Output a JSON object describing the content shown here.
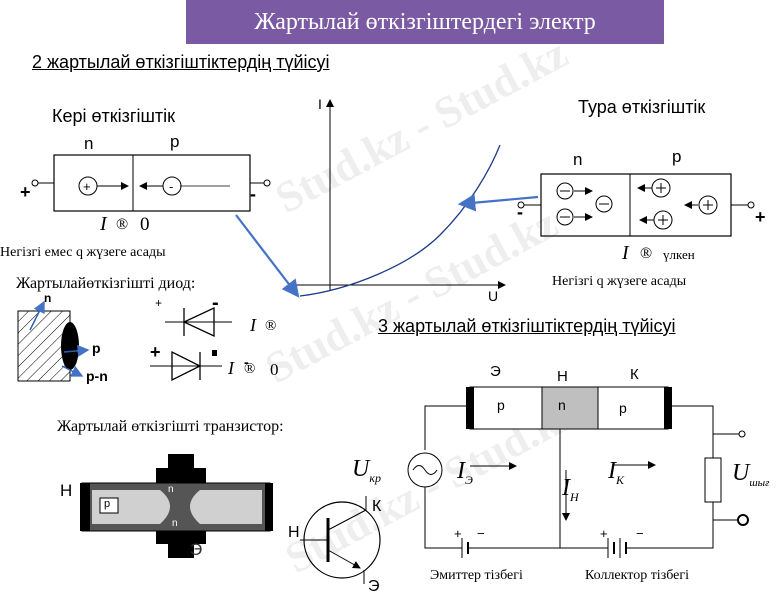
{
  "title": "Жартылай өткізгіштердегі электр",
  "section2": "2 жартылай өткізгіштіктердің түйісуі",
  "reverse": {
    "heading": "Кері өткізгіштік",
    "n": "n",
    "p": "p",
    "plus": "+",
    "minus": "-",
    "current_i": "I",
    "arrow_sym": "®",
    "value": "0",
    "note": "Негізгі емес q жүзеге асады"
  },
  "forward": {
    "heading": "Тура өткізгіштік",
    "n": "n",
    "p": "p",
    "plus": "+",
    "minus": "-",
    "current_i": "I",
    "arrow_sym": "®",
    "value": "үлкен",
    "note": "Негізгі q жүзеге асады"
  },
  "graph": {
    "ylabel": "I",
    "xlabel": "U"
  },
  "diode": {
    "heading": "Жартылайөткізгішті диод:",
    "n": "n",
    "p": "p",
    "pn": "p-n",
    "plus1": "+",
    "minus1": "-",
    "plus2": "+",
    "minus2": "-",
    "i1": "I",
    "sym1": "®",
    "i2": "I",
    "sym2": "®",
    "val2": "0"
  },
  "transistor": {
    "heading": "Жартылай өткізгішті транзистор:",
    "k": "К",
    "n_left": "Н",
    "p": "p",
    "n_top": "n",
    "n_bottom": "n",
    "e": "Э",
    "sym_k": "К",
    "sym_n": "Н",
    "sym_e": "Э"
  },
  "section3": "3 жартылай өткізгіштіктердің түйісуі",
  "circuit": {
    "e": "Э",
    "n": "Н",
    "k": "К",
    "p1": "p",
    "nmid": "n",
    "p2": "p",
    "u_kr": "U",
    "u_kr_sub": "кр",
    "i_e": "I",
    "i_e_sub": "Э",
    "i_n": "I",
    "i_n_sub": "Н",
    "i_k": "I",
    "i_k_sub": "К",
    "u_out": "U",
    "u_out_sub": "шығ",
    "emitter_circuit": "Эмиттер тізбегі",
    "collector_circuit": "Коллектор тізбегі"
  },
  "watermark": "Stud.kz - Stud.kz"
}
